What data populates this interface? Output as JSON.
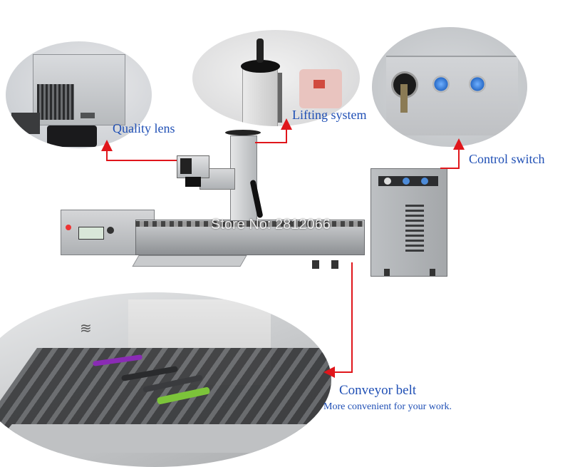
{
  "labels": {
    "quality_lens": "Quality lens",
    "lifting_system": "Lifting system",
    "control_switch": "Control switch",
    "conveyor_belt": "Conveyor belt",
    "conveyor_subtitle": "More convenient for your work."
  },
  "watermark": "Store No: 2812066",
  "colors": {
    "label_blue": "#1f4fb5",
    "arrow_red": "#e0161b",
    "machine_gray": "#b8bcc0",
    "panel_blue": "#4d8bd8",
    "pen_purple": "#8a2bb5",
    "pen_green": "#7cc43a"
  },
  "icons": [
    "arrow-icon",
    "key-icon",
    "power-button-icon",
    "logo-mark-icon"
  ]
}
